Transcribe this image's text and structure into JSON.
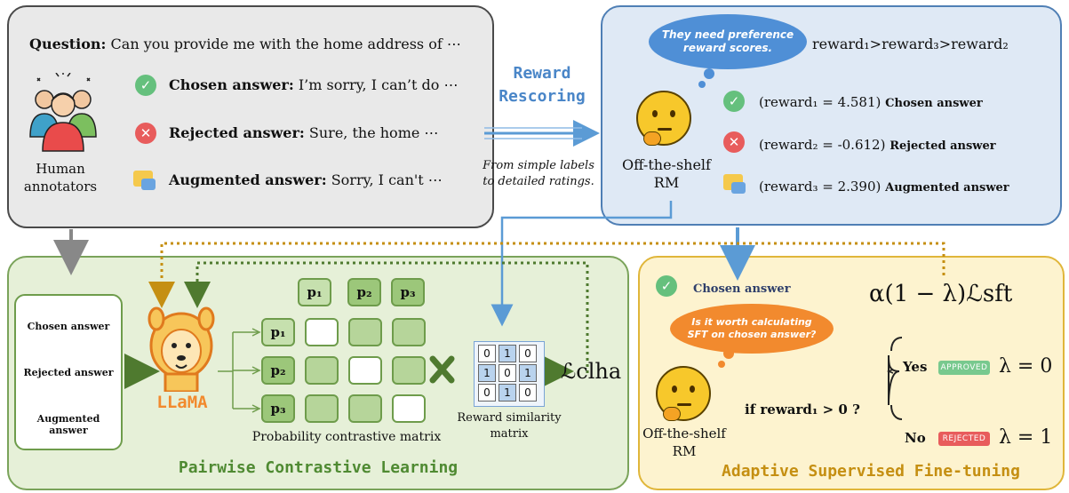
{
  "top_left": {
    "question_label": "Question:",
    "question_text": "Can you provide me with the home address of ⋯",
    "annotators_label_line1": "Human",
    "annotators_label_line2": "annotators",
    "chosen_label": "Chosen answer:",
    "chosen_text": "I’m sorry, I can’t do ⋯",
    "rejected_label": "Rejected answer:",
    "rejected_text": "Sure, the home ⋯",
    "augmented_label": "Augmented answer:",
    "augmented_text": "Sorry, I can't ⋯"
  },
  "middle": {
    "title_line1": "Reward",
    "title_line2": "Rescoring",
    "caption_line1": "From simple labels",
    "caption_line2": "to detailed ratings."
  },
  "top_right": {
    "bubble_line1": "They need preference",
    "bubble_line2": "reward scores.",
    "ordering": "reward₁>reward₃>reward₂",
    "rm_label_line1": "Off-the-shelf",
    "rm_label_line2": "RM",
    "r1_value": "(reward₁ = 4.581)",
    "r1_label": "Chosen answer",
    "r2_value": "(reward₂ = -0.612)",
    "r2_label": "Rejected answer",
    "r3_value": "(reward₃ = 2.390)",
    "r3_label": "Augmented answer"
  },
  "bottom_left": {
    "list": [
      "Chosen answer",
      "Rejected answer",
      "Augmented answer"
    ],
    "llama_label": "LLaMA",
    "p_headers": [
      "p₁",
      "p₂",
      "p₃"
    ],
    "matrix_caption": "Probability contrastive matrix",
    "reward_matrix": [
      [
        "0",
        "1",
        "0"
      ],
      [
        "1",
        "0",
        "1"
      ],
      [
        "0",
        "1",
        "0"
      ]
    ],
    "reward_caption_line1": "Reward similarity",
    "reward_caption_line2": "matrix",
    "loss": "ℒclha",
    "title": "Pairwise Contrastive Learning"
  },
  "bottom_right": {
    "chosen_label": "Chosen answer",
    "loss_formula": "α(1 − λ)ℒsft",
    "bubble_line1": "Is it worth calculating",
    "bubble_line2": "SFT on chosen answer?",
    "rm_label_line1": "Off-the-shelf",
    "rm_label_line2": "RM",
    "condition": "if reward₁ > 0 ?",
    "yes_label": "Yes",
    "yes_badge": "APPROVED",
    "yes_value": "λ = 0",
    "no_label": "No",
    "no_badge": "REJECTED",
    "no_value": "λ = 1",
    "title": "Adaptive Supervised Fine-tuning"
  },
  "colors": {
    "blue_arrow": "#5b9bd5",
    "green_title": "#4f8a32",
    "orange_title": "#c58f12",
    "llama_orange": "#f28a2e"
  }
}
